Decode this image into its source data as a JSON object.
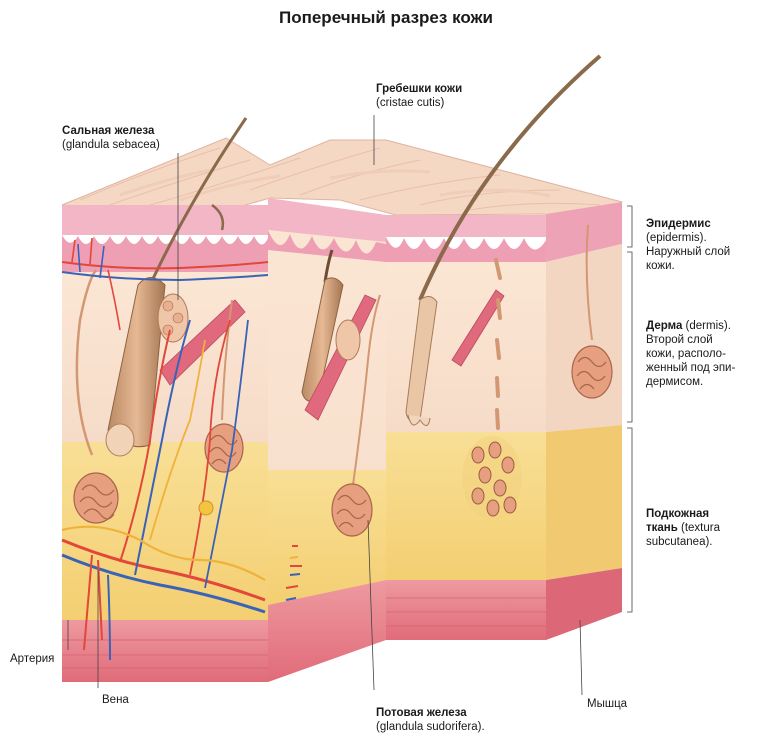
{
  "title": "Поперечный разрез кожи",
  "labels": {
    "sebaceous": {
      "name": "Сальная железа",
      "latin": "(glandula sebacea)"
    },
    "ridges": {
      "name": "Гребешки кожи",
      "latin": "(cristae cutis)"
    },
    "epidermis": {
      "name": "Эпидермис",
      "line2": "(epidermis).",
      "line3": "Наружный слой",
      "line4": "кожи."
    },
    "dermis": {
      "name": "Дерма",
      "line1_rest": " (dermis).",
      "line2": "Второй слой",
      "line3": "кожи, располо-",
      "line4": "женный под эпи-",
      "line5": "дермисом."
    },
    "subcutis": {
      "name": "Подкожная",
      "line2_bold": "ткань",
      "line2_rest": " (textura",
      "line3": "subcutanea)."
    },
    "artery": "Артерия",
    "vein": "Вена",
    "sweat": {
      "name": "Потовая железа",
      "latin": "(glandula sudorifera)."
    },
    "muscle": "Мышца"
  },
  "colors": {
    "epidermis": "#f2b6c6",
    "epidermis_dark": "#e593ad",
    "surface": "#f7dccb",
    "dermis": "#f8e2cf",
    "subcutis": "#f6d57e",
    "muscle": "#e77b86",
    "artery": "#e2473a",
    "vein": "#3a63b8",
    "nerve": "#f0b23a",
    "hair": "#8a6a4a",
    "gland": "#d5836b"
  }
}
